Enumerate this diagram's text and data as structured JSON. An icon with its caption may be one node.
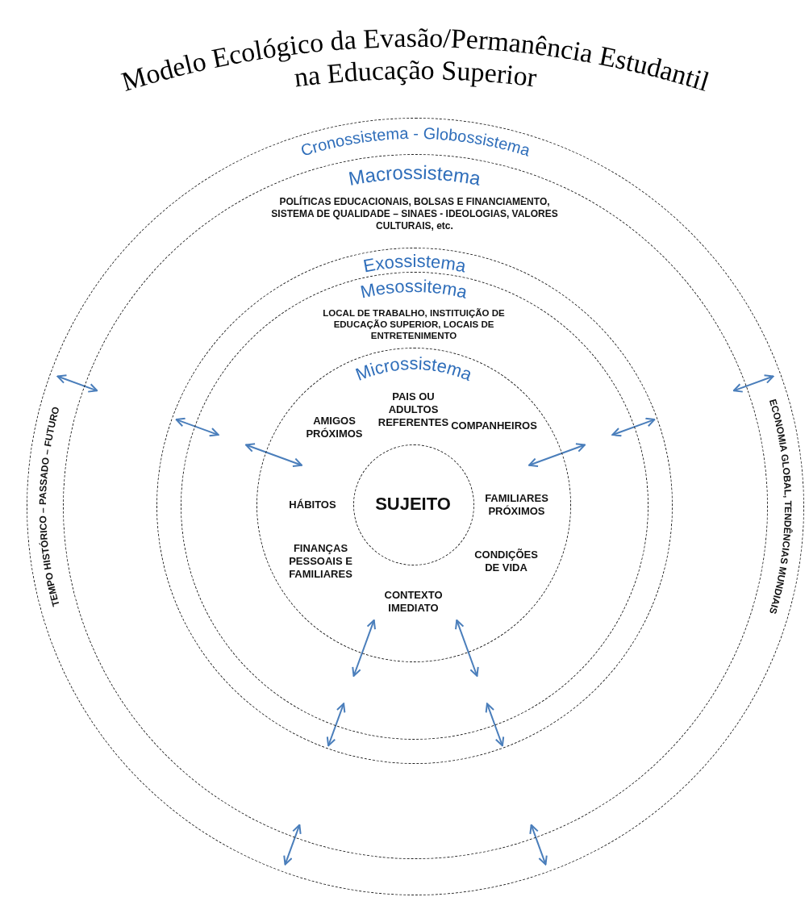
{
  "diagram": {
    "title": "Modelo Ecológico da Evasão/Permanência Estudantil na Educação Superior",
    "nodes": [
      {
        "text": [
          "Cronossistema - Globossistema",
          "TEMPO HISTÓRICO – PASSADO – FUTURO",
          "ECONOMIA GLOBAL, TENDÊNCIAS MUNDIAIS"
        ]
      },
      {
        "text": [
          "Macrossistema",
          "POLÍTICAS EDUCACIONAIS, BOLSAS E FINANCIAMENTO, SISTEMA DE QUALIDADE – SINAES - IDEOLOGIAS, VALORES CULTURAIS, etc."
        ],
        "in": 0
      },
      {
        "text": [
          "Exossistema"
        ],
        "in": 1
      },
      {
        "text": [
          "Mesossitema",
          "LOCAL DE TRABALHO, INSTITUIÇÃO DE EDUCAÇÃO SUPERIOR, LOCAIS DE ENTRETENIMENTO"
        ],
        "in": 2
      },
      {
        "text": [
          "Microssistema",
          "PAIS OU ADULTOS REFERENTES",
          "AMIGOS PRÓXIMOS",
          "COMPANHEIROS",
          "HÁBITOS",
          "FAMILIARES PRÓXIMOS",
          "FINANÇAS PESSOAIS E FAMILIARES",
          "CONDIÇÕES DE VIDA",
          "CONTEXTO IMEDIATO"
        ],
        "in": 3
      },
      {
        "text": [
          "SUJEITO"
        ],
        "in": 4
      }
    ],
    "edges": [
      {
        "from": 0,
        "to": 1,
        "arrow": "both"
      },
      {
        "from": 0,
        "to": 1,
        "arrow": "both"
      },
      {
        "from": 2,
        "to": 3,
        "arrow": "both"
      },
      {
        "from": 2,
        "to": 3,
        "arrow": "both"
      },
      {
        "from": 3,
        "to": 4,
        "arrow": "both"
      },
      {
        "from": 3,
        "to": 4,
        "arrow": "both"
      },
      {
        "from": 3,
        "to": 4,
        "arrow": "both"
      },
      {
        "from": 3,
        "to": 4,
        "arrow": "both"
      },
      {
        "from": 2,
        "to": 3,
        "arrow": "both"
      },
      {
        "from": 2,
        "to": 3,
        "arrow": "both"
      },
      {
        "from": 0,
        "to": 1,
        "arrow": "both"
      },
      {
        "from": 0,
        "to": 1,
        "arrow": "both"
      }
    ]
  }
}
